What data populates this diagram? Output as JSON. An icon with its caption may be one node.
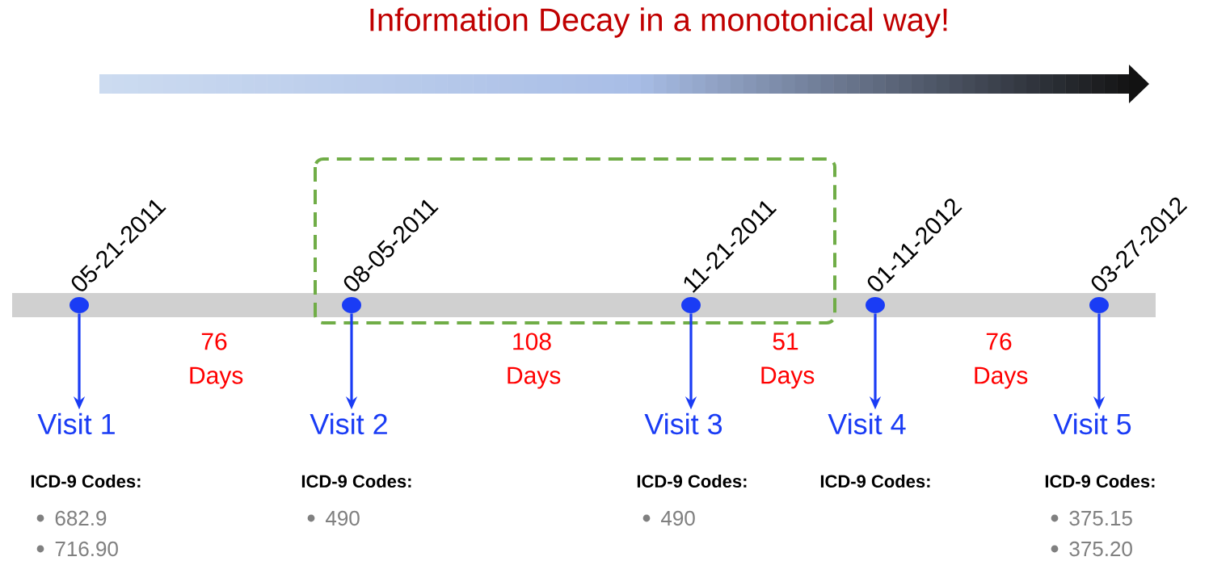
{
  "diagram": {
    "title": "Information Decay in a monotonical way!",
    "nodes": [
      {
        "text": [],
        "shape": "circle",
        "beside": [
          "05-21-2011"
        ]
      },
      {
        "text": [],
        "shape": "circle",
        "beside": [
          "08-05-2011"
        ]
      },
      {
        "text": [],
        "shape": "circle",
        "beside": [
          "11-21-2011"
        ]
      },
      {
        "text": [],
        "shape": "circle",
        "beside": [
          "01-11-2012"
        ]
      },
      {
        "text": [],
        "shape": "circle",
        "beside": [
          "03-27-2012"
        ]
      },
      {
        "text": [
          "Visit 1"
        ],
        "beside": [
          "ICD-9 Codes:",
          "682.9",
          "716.90"
        ]
      },
      {
        "text": [
          "Visit 2"
        ],
        "beside": [
          "ICD-9 Codes:",
          "490"
        ]
      },
      {
        "text": [
          "Visit 3"
        ],
        "beside": [
          "ICD-9 Codes:",
          "490"
        ]
      },
      {
        "text": [
          "Visit 4"
        ],
        "beside": [
          "ICD-9 Codes:"
        ]
      },
      {
        "text": [
          "Visit 5"
        ],
        "beside": [
          "ICD-9 Codes:",
          "375.15",
          "375.20"
        ]
      }
    ],
    "edges": [
      {
        "from": 0,
        "to": 5,
        "arrow": "to"
      },
      {
        "from": 1,
        "to": 6,
        "arrow": "to"
      },
      {
        "from": 2,
        "to": 7,
        "arrow": "to"
      },
      {
        "from": 3,
        "to": 8,
        "arrow": "to"
      },
      {
        "from": 4,
        "to": 9,
        "arrow": "to"
      }
    ],
    "labels": [
      "76 Days",
      "108 Days",
      "51 Days",
      "76 Days"
    ]
  }
}
